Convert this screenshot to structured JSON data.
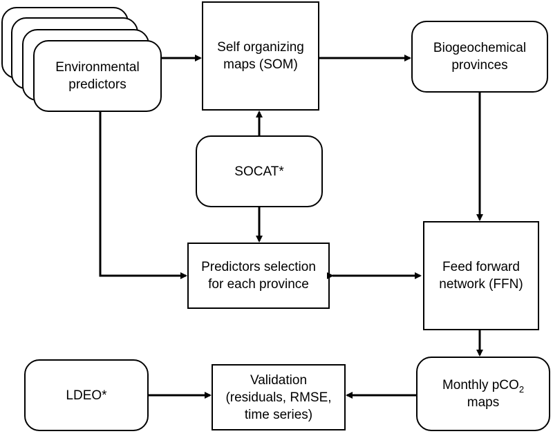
{
  "nodes": {
    "environmental_predictors": "Environmental predictors",
    "som": "Self organizing maps (SOM)",
    "biogeochemical_provinces": "Biogeochemical provinces",
    "socat": "SOCAT*",
    "predictors_selection": "Predictors selection for each province",
    "ffn": "Feed forward network (FFN)",
    "ldeo": "LDEO*",
    "validation": "Validation (residuals, RMSE, time series)",
    "monthly_maps_prefix": "Monthly pCO",
    "monthly_maps_subscript": "2",
    "monthly_maps_suffix": "maps"
  }
}
